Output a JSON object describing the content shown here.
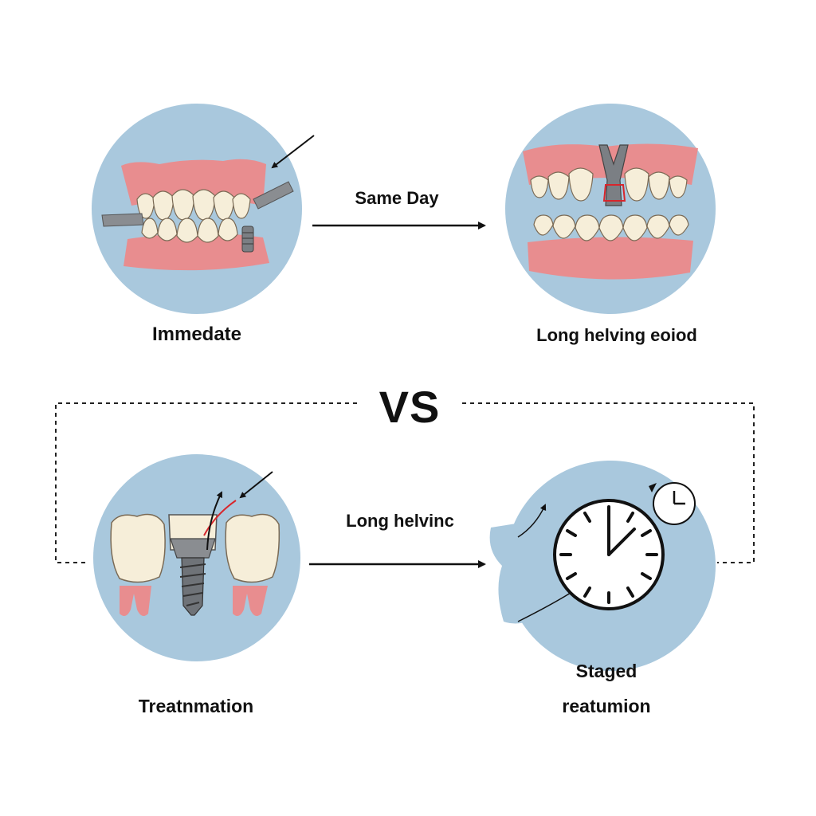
{
  "top_left": {
    "label": "Immedate"
  },
  "top_arrow": {
    "label": "Same Day"
  },
  "top_right": {
    "label": "Long helving eoiod"
  },
  "divider": {
    "label": "VS"
  },
  "bottom_left": {
    "label": "Treatnmation"
  },
  "bottom_arrow": {
    "label": "Long helvinc"
  },
  "bottom_right": {
    "label_line1": "Staged",
    "label_line2": "reatumion"
  },
  "colors": {
    "circle_fill": "#a9c8dd",
    "gum": "#e88d8f",
    "tooth": "#f6eed9",
    "implant": "#7b7f84",
    "accent_red": "#d8262c",
    "ink": "#111111"
  }
}
